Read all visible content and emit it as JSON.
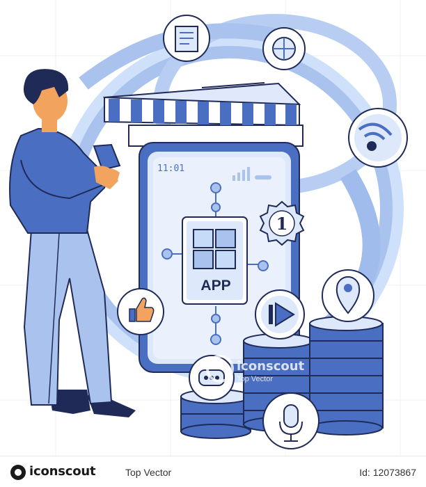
{
  "phone": {
    "time": "11:01",
    "badge_number": "1",
    "app_label": "APP"
  },
  "watermark": {
    "brand": "iconscout",
    "subtitle": "Top Vector"
  },
  "footer": {
    "brand": "iconscout",
    "author": "Top Vector",
    "asset_id": "Id: 12073867"
  },
  "colors": {
    "primary_blue": "#4a6fc2",
    "light_blue": "#a9c3ee",
    "dark_navy": "#1f2a57",
    "pale_blue": "#dde8fb"
  },
  "icons": [
    "document-icon",
    "globe-arrows-icon",
    "wifi-icon",
    "location-pin-icon",
    "play-icon",
    "thumbs-up-icon",
    "chat-bubble-icon",
    "microphone-icon",
    "award-badge-icon"
  ]
}
